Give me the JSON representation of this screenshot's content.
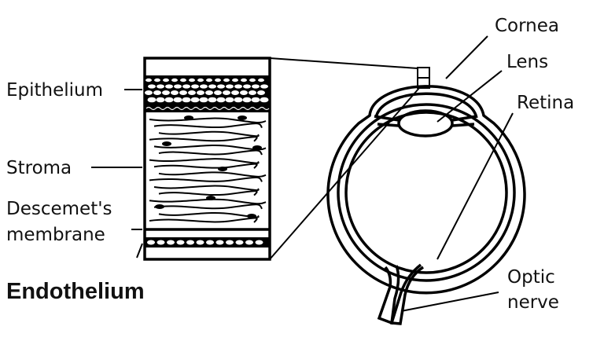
{
  "labels": {
    "epithelium": "Epithelium",
    "stroma": "Stroma",
    "descemet_line1": "Descemet's",
    "descemet_line2": "membrane",
    "endothelium": "Endothelium",
    "cornea": "Cornea",
    "lens": "Lens",
    "retina": "Retina",
    "optic_line1": "Optic",
    "optic_line2": "nerve"
  },
  "colors": {
    "stroke": "#000000",
    "background": "#ffffff"
  }
}
